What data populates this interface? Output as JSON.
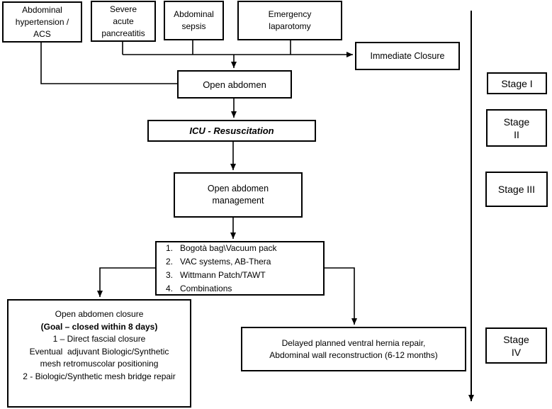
{
  "nodes": {
    "abdominal_hypertension": "Abdominal\nhypertension /\nACS",
    "severe_acute_pancreatitis": "Severe\nacute\npancreatitis",
    "abdominal_sepsis": "Abdominal\nsepsis",
    "emergency_laparotomy": "Emergency\nlaparotomy",
    "immediate_closure": "Immediate Closure",
    "open_abdomen": "Open abdomen",
    "icu_resuscitation": "ICU - Resuscitation",
    "open_abdomen_management": "Open abdomen\nmanagement",
    "closure_title": "Open abdomen closure",
    "closure_goal": "(Goal – closed within 8 days)",
    "closure_details": "1 – Direct fascial closure\nEventual  adjuvant Biologic/Synthetic\nmesh retromuscolar positioning\n2 - Biologic/Synthetic mesh bridge repair",
    "delayed_repair": "Delayed planned ventral hernia repair,\nAbdominal wall reconstruction (6-12 months)"
  },
  "options": [
    {
      "num": "1.",
      "text": "Bogotà bag\\Vacuum pack"
    },
    {
      "num": "2.",
      "text": "VAC systems, AB-Thera"
    },
    {
      "num": "3.",
      "text": "Wittmann Patch/TAWT"
    },
    {
      "num": "4.",
      "text": "Combinations"
    }
  ],
  "stages": [
    {
      "label": "Stage I"
    },
    {
      "label": "Stage\nII"
    },
    {
      "label": "Stage III"
    },
    {
      "label": "Stage\nIV"
    }
  ],
  "colors": {
    "line": "#000000",
    "box_border": "#000000",
    "background": "#ffffff",
    "text": "#000000"
  }
}
